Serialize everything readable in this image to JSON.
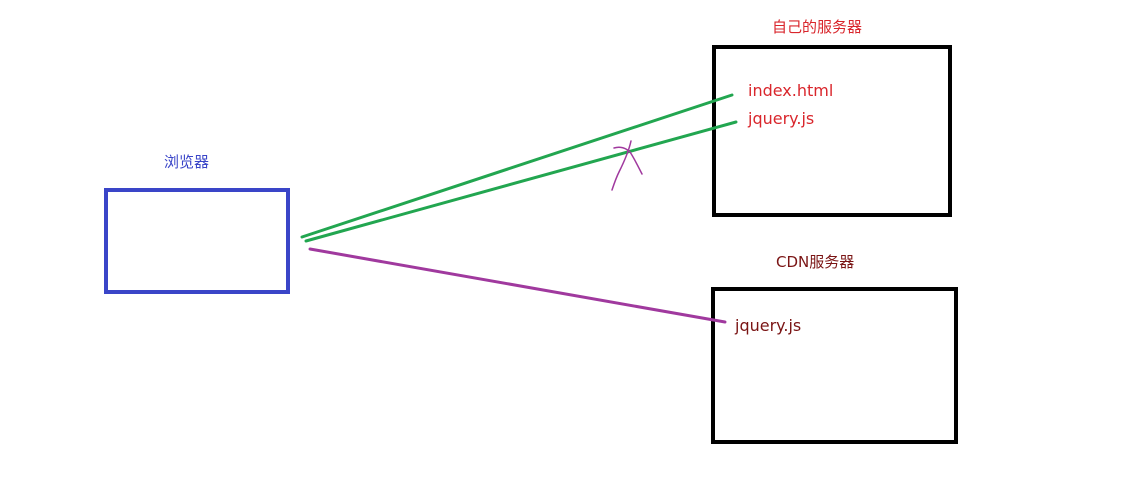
{
  "diagram": {
    "browser": {
      "title": "浏览器"
    },
    "own_server": {
      "title": "自己的服务器",
      "files": [
        "index.html",
        "jquery.js"
      ]
    },
    "cdn_server": {
      "title": "CDN服务器",
      "files": [
        "jquery.js"
      ]
    },
    "connections": [
      {
        "from": "browser",
        "to": "own_server.index.html",
        "color": "#22a650"
      },
      {
        "from": "browser",
        "to": "own_server.jquery.js",
        "color": "#22a650",
        "crossed_out": true,
        "cross_color": "#a0399e"
      },
      {
        "from": "browser",
        "to": "cdn_server.jquery.js",
        "color": "#a0399e"
      }
    ],
    "colors": {
      "browser": "#3a45c8",
      "own_server_text": "#d9262c",
      "cdn_text": "#7a1414",
      "box_border": "#000000",
      "link_green": "#22a650",
      "link_purple": "#a0399e"
    }
  }
}
